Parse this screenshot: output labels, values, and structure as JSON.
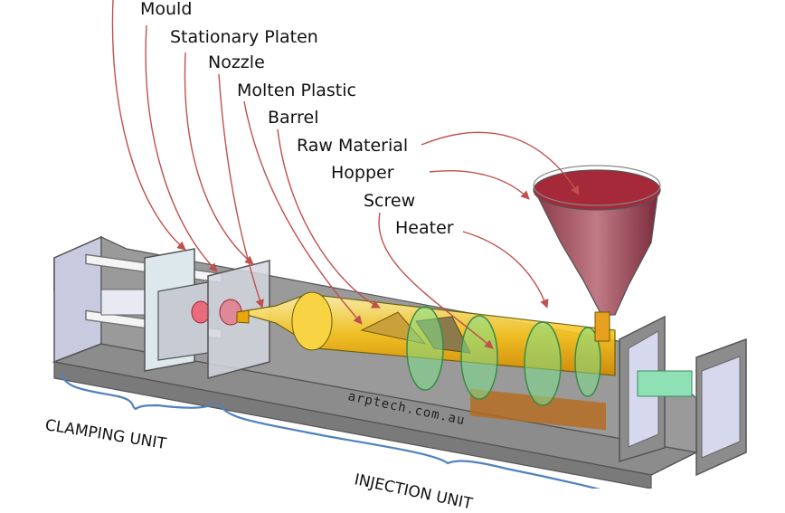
{
  "labels": {
    "mould": "Mould",
    "stationary_platen": "Stationary Platen",
    "nozzle": "Nozzle",
    "molten_plastic": "Molten Plastic",
    "barrel": "Barrel",
    "raw_material": "Raw Material",
    "hopper": "Hopper",
    "screw": "Screw",
    "heater": "Heater"
  },
  "watermark": "arptech.com.au",
  "sections": {
    "clamping_unit": "CLAMPING UNIT",
    "injection_unit": "INJECTION UNIT"
  },
  "colors": {
    "leader": "#c0504d",
    "brace": "#4f81bd",
    "frame": "#8c8c8c",
    "barrel": "#f2b400",
    "heater": "#7ee08a",
    "raw_material": "#8b1e2b"
  }
}
